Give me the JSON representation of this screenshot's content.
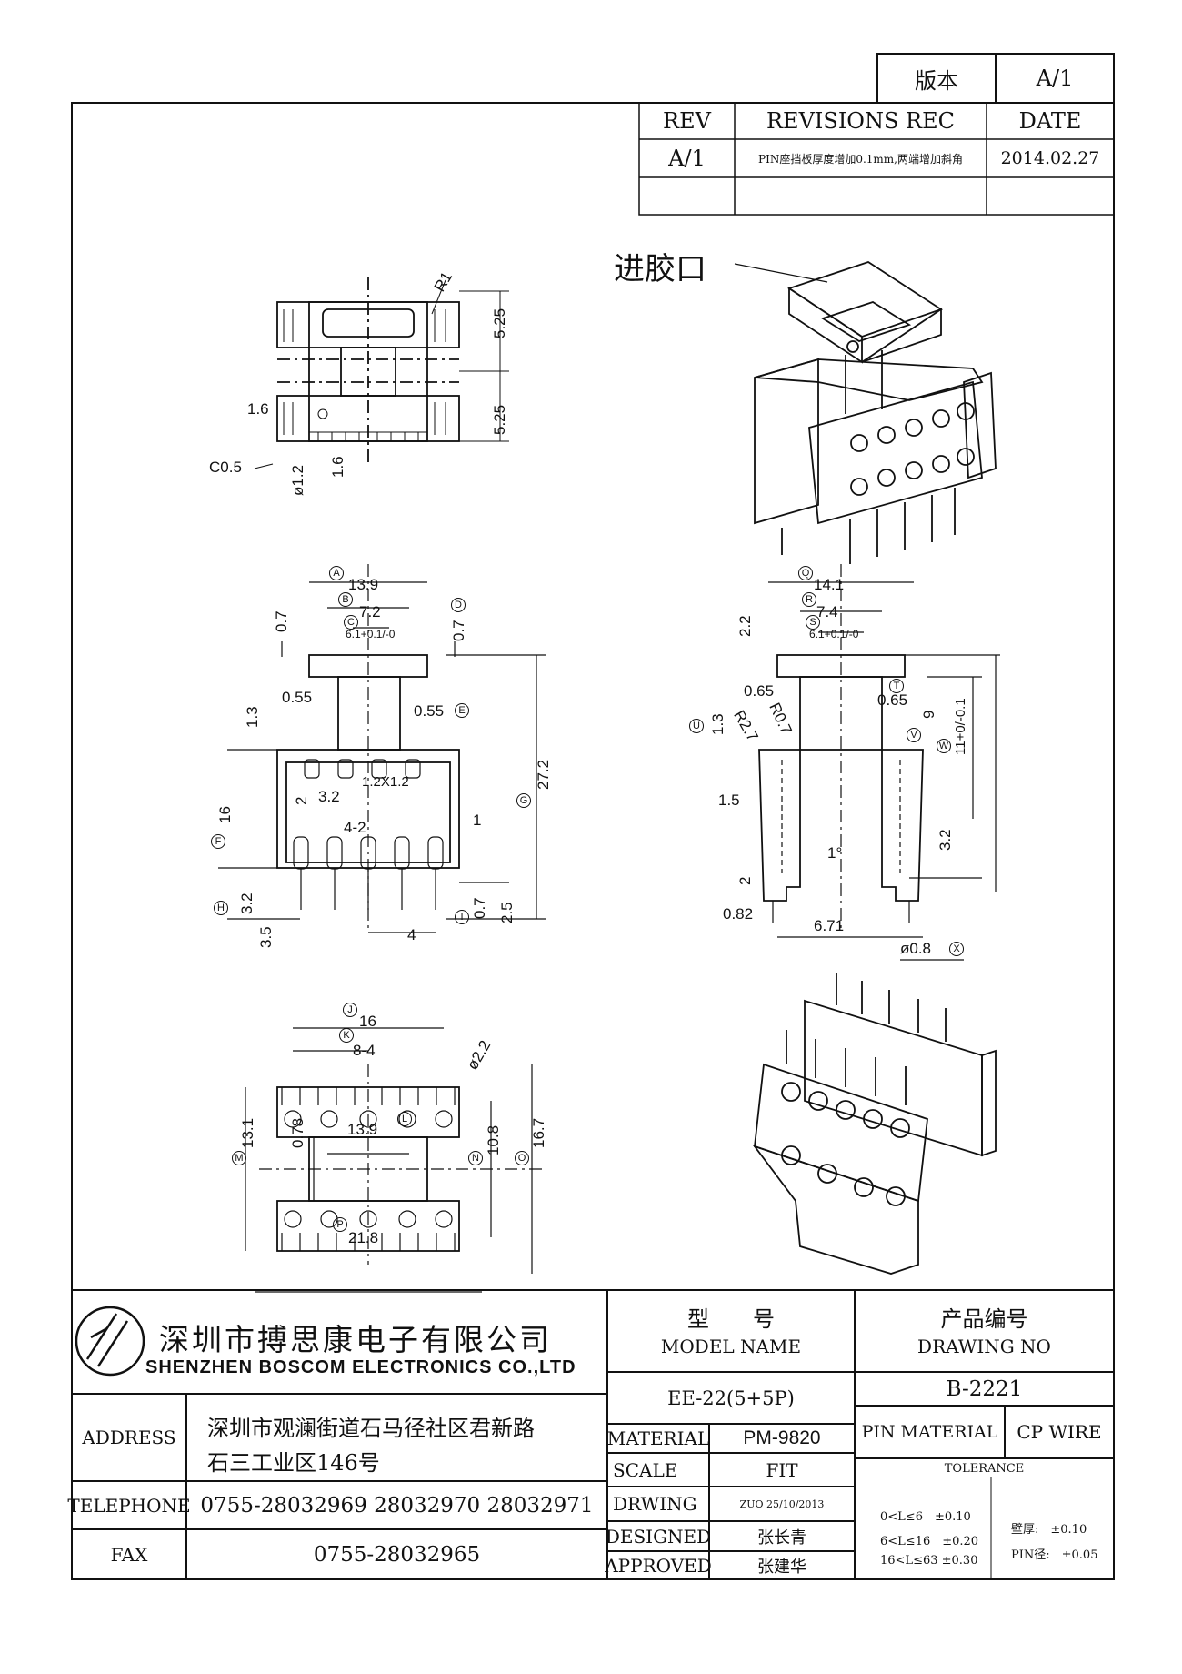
{
  "version_block": {
    "label": "版本",
    "value": "A/1"
  },
  "revision_table": {
    "headers": {
      "rev": "REV",
      "rec": "REVISIONS REC",
      "date": "DATE"
    },
    "rows": [
      {
        "rev": "A/1",
        "rec": "PIN座挡板厚度增加0.1mm,两端增加斜角",
        "date": "2014.02.27"
      }
    ]
  },
  "injection_label": "进胶口",
  "company": {
    "name_cn": "深圳市搏思康电子有限公司",
    "name_en": "SHENZHEN BOSCOM ELECTRONICS CO.,LTD"
  },
  "contact": {
    "address_label": "ADDRESS",
    "address_line1": "深圳市观澜街道石马径社区君新路",
    "address_line2": "石三工业区146号",
    "telephone_label": "TELEPHONE",
    "telephone": "0755-28032969 28032970 28032971",
    "fax_label": "FAX",
    "fax": "0755-28032965"
  },
  "model": {
    "label_cn": "型　　号",
    "label_en": "MODEL NAME",
    "value": "EE-22(5+5P)"
  },
  "drawing_no": {
    "label_cn": "产品编号",
    "label_en": "DRAWING NO",
    "value": "B-2221"
  },
  "specs": {
    "material_label": "MATERIAL",
    "material": "PM-9820",
    "scale_label": "SCALE",
    "scale": "FIT",
    "drwing_label": "DRWING",
    "drwing": "ZUO 25/10/2013",
    "designed_label": "DESIGNED",
    "designed": "张长青",
    "approved_label": "APPROVED",
    "approved": "张建华",
    "pin_material_label": "PIN MATERIAL",
    "pin_material": "CP WIRE",
    "tolerance_label": "TOLERANCE",
    "tolerances": [
      "0<L≤6　±0.10",
      "6<L≤16　±0.20",
      "16<L≤63 ±0.30"
    ],
    "wall": "壁厚:　±0.10",
    "pin_dia": "PIN径:　±0.05"
  },
  "dimensions": {
    "top_view": [
      "R1",
      "5.25",
      "5.25",
      "1.6",
      "C0.5",
      "ø1.2",
      "1.6"
    ],
    "front_view": [
      "13.9",
      "7.2",
      "6.1+0.1/-0",
      "0.7",
      "0.7",
      "0.55",
      "0.55",
      "1.3",
      "27.2",
      "1.2X1.2",
      "3.2",
      "2",
      "16",
      "4-2",
      "1",
      "3.2",
      "3.5",
      "0.7",
      "2.5",
      "4"
    ],
    "side_view": [
      "14.1",
      "7.4",
      "6.1+0.1/-0",
      "2.2",
      "0.65",
      "0.65",
      "R0.7",
      "R2.7",
      "1.3",
      "9",
      "11+0/-0.1",
      "1.5",
      "1°",
      "2",
      "3.2",
      "0.82",
      "6.71",
      "ø0.8"
    ],
    "bottom_view": [
      "16",
      "8-4",
      "ø2.2",
      "13.1",
      "0.78",
      "13.9",
      "10.8",
      "16.7",
      "21.8"
    ]
  }
}
